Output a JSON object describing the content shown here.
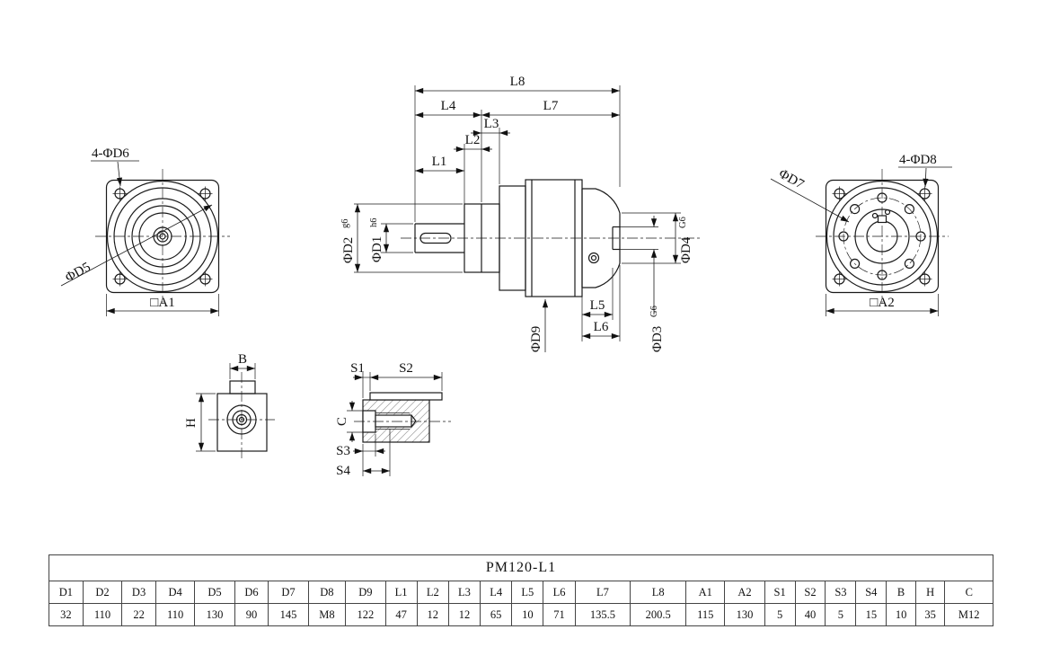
{
  "title": "PM120-L1",
  "labels": {
    "front": {
      "holes": "4-ΦD6",
      "diameter": "ΦD5",
      "square": "□A1"
    },
    "section": {
      "l1": "L1",
      "l2": "L2",
      "l3": "L3",
      "l4": "L4",
      "l5": "L5",
      "l6": "L6",
      "l7": "L7",
      "l8": "L8",
      "d1": "ΦD1",
      "d1_tol": "h6",
      "d2": "ΦD2",
      "d2_tol": "g6",
      "d3": "ΦD3",
      "d3_tol": "G6",
      "d4": "ΦD4",
      "d4_tol": "G6",
      "d9": "ΦD9"
    },
    "rear": {
      "diameter": "ΦD7",
      "holes": "4-ΦD8",
      "square": "□A2"
    },
    "key_end": {
      "width": "B",
      "height": "H"
    },
    "key_section": {
      "s1": "S1",
      "s2": "S2",
      "s3": "S3",
      "s4": "S4",
      "c": "C"
    }
  },
  "table": {
    "title": "PM120-L1",
    "headers": [
      "D1",
      "D2",
      "D3",
      "D4",
      "D5",
      "D6",
      "D7",
      "D8",
      "D9",
      "L1",
      "L2",
      "L3",
      "L4",
      "L5",
      "L6",
      "L7",
      "L8",
      "A1",
      "A2",
      "S1",
      "S2",
      "S3",
      "S4",
      "B",
      "H",
      "C"
    ],
    "values": [
      "32",
      "110",
      "22",
      "110",
      "130",
      "90",
      "145",
      "M8",
      "122",
      "47",
      "12",
      "12",
      "65",
      "10",
      "71",
      "135.5",
      "200.5",
      "115",
      "130",
      "5",
      "40",
      "5",
      "15",
      "10",
      "35",
      "M12"
    ]
  }
}
